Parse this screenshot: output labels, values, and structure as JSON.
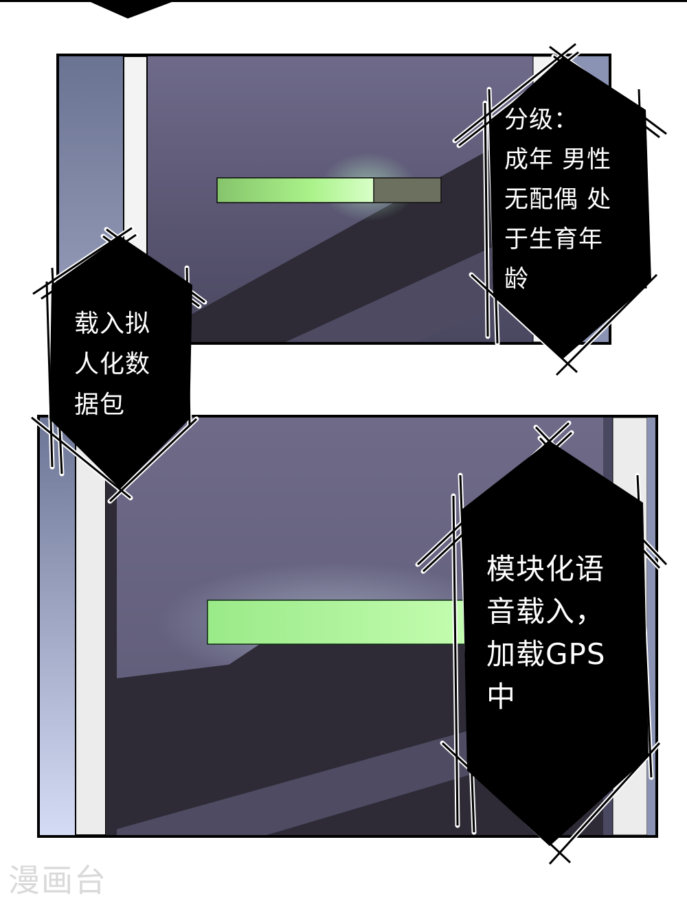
{
  "colors": {
    "wall_purple": "#6e6a88",
    "wall_dark": "#2d2a35",
    "wall_stripe": "#4e4b63",
    "door_frame_blue": "#8a93b3",
    "door_frame_white": "#f2f2f2",
    "progress_green": "#a9f28c",
    "progress_track": "#6b7060",
    "bubble_fill": "#000000",
    "bubble_text": "#ffffff",
    "watermark": "#d9d9d9"
  },
  "panels": [
    {
      "id": "panel-1",
      "progress_bar": {
        "fill_percent": 70
      },
      "caption": {
        "lines": [
          "分级：",
          "成年 男性",
          "无配偶 处",
          "于生育年",
          "龄"
        ]
      }
    },
    {
      "id": "panel-2",
      "progress_bar": {
        "fill_percent": 100
      },
      "caption": {
        "lines": [
          "模块化语",
          "音载入，",
          "加载GPS",
          "中"
        ]
      }
    }
  ],
  "middle_caption": {
    "lines": [
      "载入拟",
      "人化数",
      "据包"
    ]
  },
  "watermark": "漫画台"
}
